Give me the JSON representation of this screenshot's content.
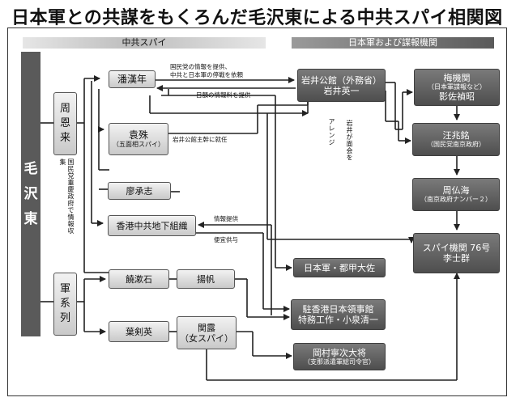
{
  "title": "日本軍との共謀をもくろんだ毛沢東による中共スパイ相関図",
  "headers": {
    "left": "中共スパイ",
    "right": "日本軍および諜報機関"
  },
  "mao": [
    "毛",
    "沢",
    "東"
  ],
  "zhou": [
    "周",
    "恩",
    "来"
  ],
  "army": [
    "軍",
    "系",
    "列"
  ],
  "nodes": {
    "pan": "潘漢年",
    "yuan": {
      "name": "袁殊",
      "sub": "（五面相スパイ）"
    },
    "liao": "廖承志",
    "hk": "香港中共地下組織",
    "rao": "饒漱石",
    "yang": "揚帆",
    "ye": "葉剣英",
    "guan": {
      "name": "関露",
      "sub": "（女スパイ）"
    },
    "iwai": {
      "line1": "岩井公館（外務省）",
      "line2": "岩井英一"
    },
    "ume": {
      "line1": "梅機関",
      "line2": "（日本軍諜報など）",
      "line3": "影佐禎昭"
    },
    "wang": {
      "name": "汪兆銘",
      "sub": "（国民党南京政府）"
    },
    "zhou_fh": {
      "name": "周仏海",
      "sub": "（南京政府ナンバー２）"
    },
    "spy76": {
      "line1": "スパイ機関 76号",
      "line2": "李士群"
    },
    "miyako": "日本軍・都甲大佐",
    "consul": {
      "line1": "駐香港日本領事館",
      "line2": "特務工作・小泉清一"
    },
    "okamura": {
      "line1": "岡村寧次大将",
      "line2": "（支那派遣軍総司令官）"
    }
  },
  "labels": {
    "info1": "国民党の情報を提供、",
    "info2": "中共と日本軍の停戦を依頼",
    "fee": "目額の情報料を提供",
    "iwai_post": "岩井公館主幹に就任",
    "arrange": "アレンジ",
    "meeting": "岩井が面会を",
    "kmt_intel": "国民党重慶政府で情報収集",
    "info_provide": "情報提供",
    "convenience": "便宜供与"
  }
}
